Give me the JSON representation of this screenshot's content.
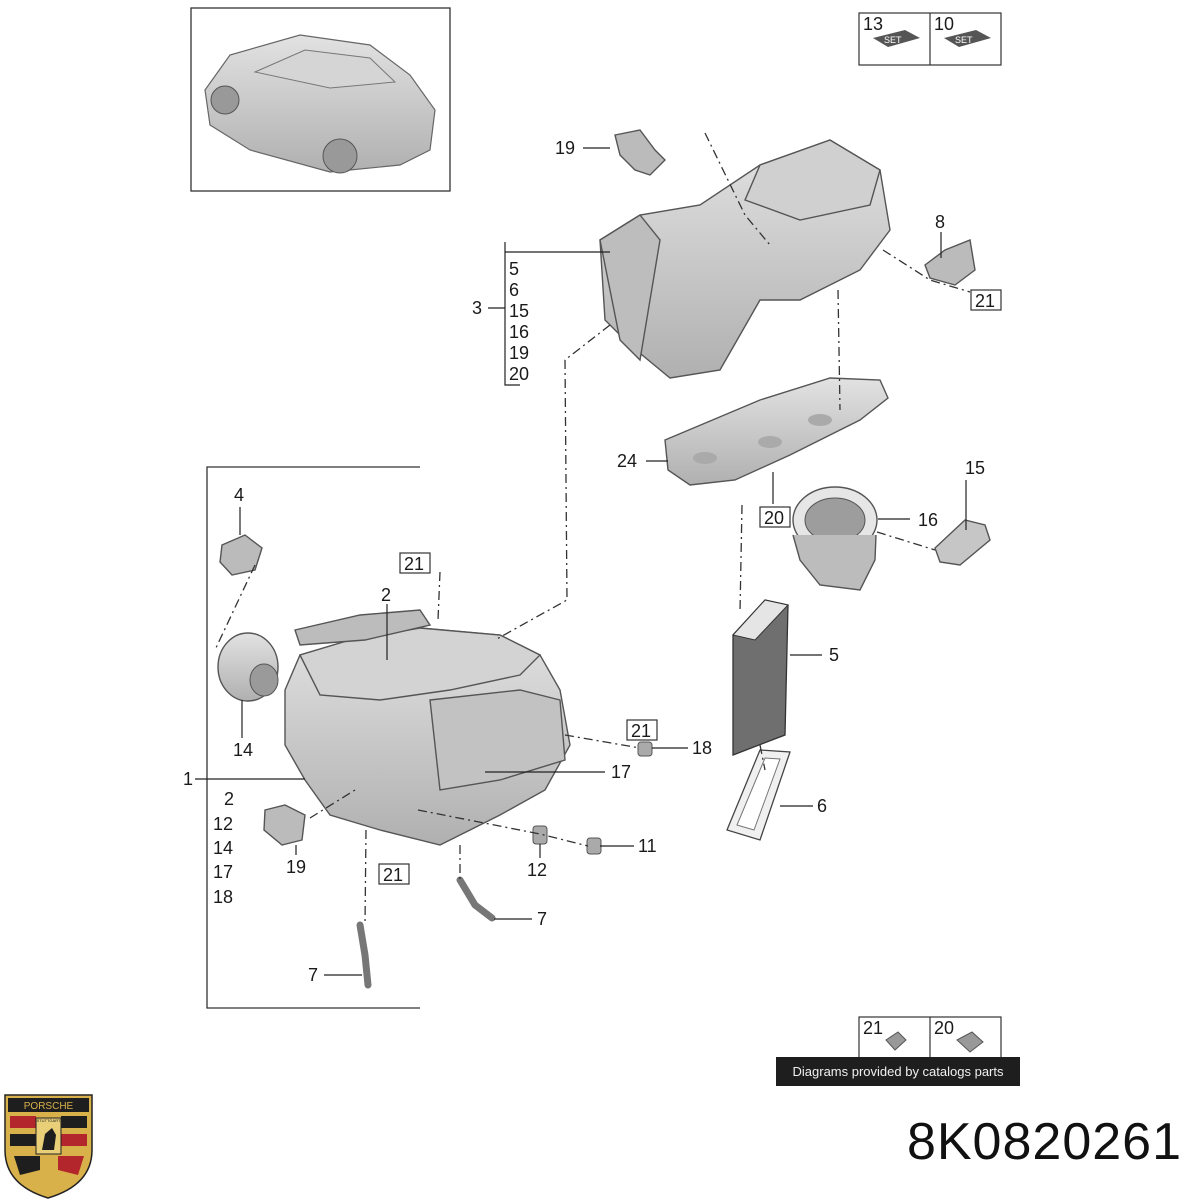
{
  "credit_banner": "Diagrams provided by catalogs parts",
  "part_number": "8K0820261",
  "logo": {
    "text": "PORSCHE",
    "subtext": "STUTTGART"
  },
  "set_box": {
    "label_a": "13",
    "label_b": "10",
    "badge": "SET"
  },
  "fastener_box": {
    "label_a": "21",
    "label_b": "20"
  },
  "callouts": {
    "c19a": "19",
    "c8": "8",
    "c21a": "21",
    "c3": "3",
    "c5a": "5",
    "c6a": "6",
    "c15a": "15",
    "c16a": "16",
    "c19b": "19",
    "c20a": "20",
    "c24": "24",
    "c15b": "15",
    "c16b": "16",
    "c20b": "20",
    "c4": "4",
    "c21b": "21",
    "c2": "2",
    "c14": "14",
    "c1": "1",
    "c2b": "2",
    "c12a": "12",
    "c14b": "14",
    "c17b": "17",
    "c18b": "18",
    "c5b": "5",
    "c21c": "21",
    "c18": "18",
    "c17": "17",
    "c6b": "6",
    "c19c": "19",
    "c11": "11",
    "c21d": "21",
    "c12b": "12",
    "c7a": "7",
    "c7b": "7"
  },
  "colors": {
    "part_fill": "#c9c9c9",
    "part_dark": "#8f8f8f",
    "filter_fill": "#6f6f6f",
    "crest_red": "#b3262b",
    "crest_gold": "#d8b14a"
  }
}
